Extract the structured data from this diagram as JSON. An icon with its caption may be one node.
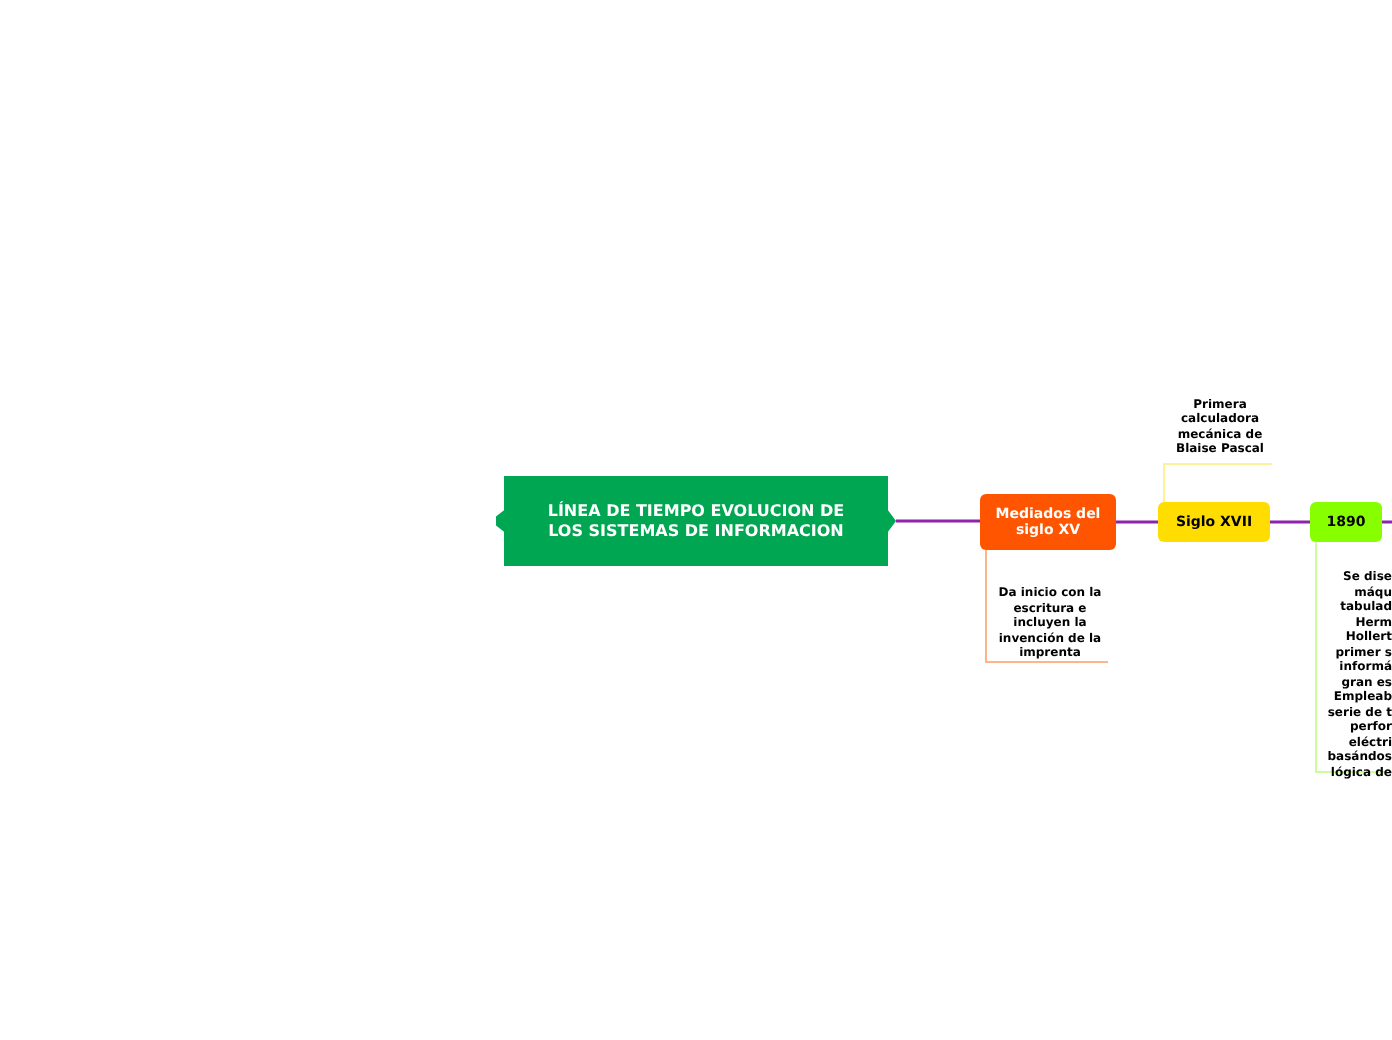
{
  "diagram": {
    "nodes": [
      {
        "text": [
          "LÍNEA DE TIEMPO EVOLUCION DE LOS SISTEMAS DE INFORMACION"
        ]
      },
      {
        "text": [
          "Mediados del siglo XV"
        ]
      },
      {
        "text": [
          "Siglo XVII"
        ]
      },
      {
        "text": [
          "1890"
        ]
      },
      {
        "text": [
          "Da inicio con la escritura e incluyen la invención de la imprenta"
        ]
      },
      {
        "text": [
          "Primera calculadora mecánica de Blaise Pascal"
        ]
      },
      {
        "text": [
          "Se dise máqu tabulad Herm Hollert primer s informá gran es Empleab serie de t perfor eléctri basándos lógica de"
        ]
      }
    ],
    "edges": [
      {
        "from": 0,
        "to": 1,
        "arrow": "none"
      },
      {
        "from": 1,
        "to": 2,
        "arrow": "none"
      },
      {
        "from": 2,
        "to": 3,
        "arrow": "none"
      },
      {
        "from": 3,
        "to": null,
        "arrow": "none"
      },
      {
        "from": 1,
        "to": 4,
        "arrow": "none",
        "color": "#ffb48a"
      },
      {
        "from": 2,
        "to": 5,
        "arrow": "none",
        "color": "#fff09a"
      },
      {
        "from": 3,
        "to": 6,
        "arrow": "none",
        "color": "#ccff99"
      }
    ]
  }
}
